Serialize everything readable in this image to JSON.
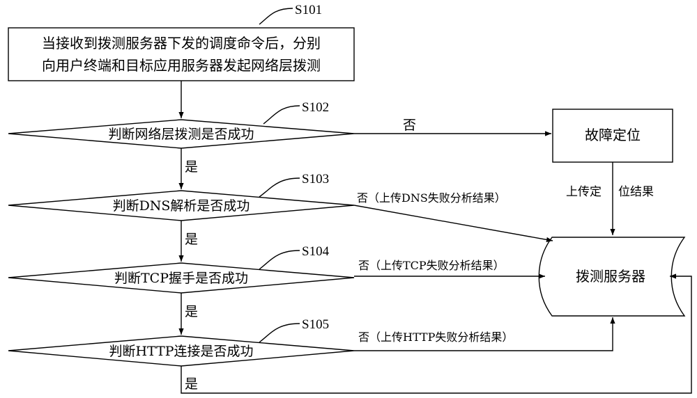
{
  "steps": {
    "s101": "S101",
    "s102": "S102",
    "s103": "S103",
    "s104": "S104",
    "s105": "S105"
  },
  "start_box": {
    "line1": "当接收到拨测服务器下发的调度命令后，分别",
    "line2": "向用户终端和目标应用服务器发起网络层拨测"
  },
  "decisions": {
    "network": "判断网络层拨测是否成功",
    "dns": "判断DNS解析是否成功",
    "tcp": "判断TCP握手是否成功",
    "http": "判断HTTP连接是否成功"
  },
  "fault_box": "故障定位",
  "server": "拨测服务器",
  "labels": {
    "no": "否",
    "yes": "是",
    "dns_fail": "否（上传DNS失败分析结果）",
    "tcp_fail": "否（上传TCP失败分析结果）",
    "http_fail": "否（上传HTTP失败分析结果）",
    "upload_a": "上传定",
    "upload_b": "位结果"
  }
}
